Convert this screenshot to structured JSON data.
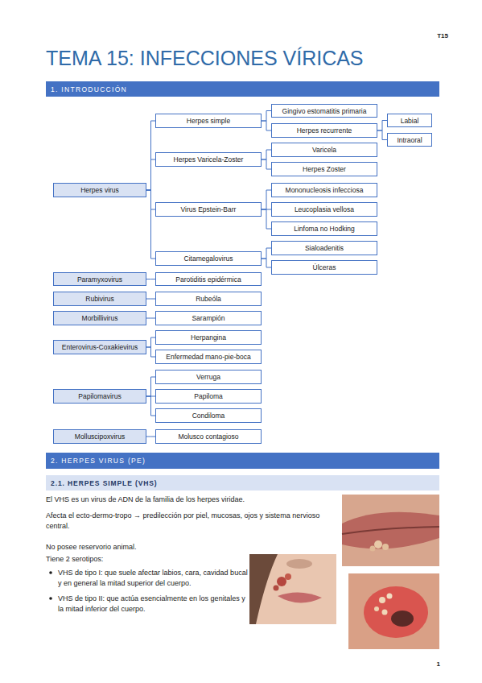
{
  "diagram": {
    "title": "TEMA 15: INFECCIONES VÍRICAS",
    "nodes": [
      {
        "text": [
          "1. INTRODUCCIÓN"
        ]
      },
      {
        "text": [
          "Herpes virus"
        ]
      },
      {
        "text": [
          "Herpes simple"
        ]
      },
      {
        "text": [
          "Gingivo estomatitis primaria"
        ]
      },
      {
        "text": [
          "Herpes recurrente"
        ]
      },
      {
        "text": [
          "Labial"
        ]
      },
      {
        "text": [
          "Intraoral"
        ]
      },
      {
        "text": [
          "Herpes Varicela-Zoster"
        ]
      },
      {
        "text": [
          "Varicela"
        ]
      },
      {
        "text": [
          "Herpes Zoster"
        ]
      },
      {
        "text": [
          "Virus Epstein-Barr"
        ]
      },
      {
        "text": [
          "Mononucleosis infecciosa"
        ]
      },
      {
        "text": [
          "Leucoplasia vellosa"
        ]
      },
      {
        "text": [
          "Linfoma no Hodking"
        ]
      },
      {
        "text": [
          "Citamegalovirus"
        ]
      },
      {
        "text": [
          "Sialoadenitis"
        ]
      },
      {
        "text": [
          "Úlceras"
        ]
      },
      {
        "text": [
          "Paramyxovirus"
        ]
      },
      {
        "text": [
          "Parotiditis epidérmica"
        ]
      },
      {
        "text": [
          "Rubivirus"
        ]
      },
      {
        "text": [
          "Rubeóla"
        ]
      },
      {
        "text": [
          "Morbillivirus"
        ]
      },
      {
        "text": [
          "Sarampión"
        ]
      },
      {
        "text": [
          "Enterovirus-Coxakievirus"
        ]
      },
      {
        "text": [
          "Herpangina"
        ]
      },
      {
        "text": [
          "Enfermedad mano-pie-boca"
        ]
      },
      {
        "text": [
          "Papilomavirus"
        ]
      },
      {
        "text": [
          "Verruga"
        ]
      },
      {
        "text": [
          "Papiloma"
        ]
      },
      {
        "text": [
          "Condiloma"
        ]
      },
      {
        "text": [
          "Molluscipoxvirus"
        ]
      },
      {
        "text": [
          "Molusco contagioso"
        ]
      },
      {
        "text": [
          "2. HERPES VIRUS (PE)"
        ]
      },
      {
        "text": [
          "2.1. HERPES SIMPLE (VHS)"
        ]
      }
    ],
    "edges": [
      {
        "from": 1,
        "to": 2,
        "arrow": "none"
      },
      {
        "from": 1,
        "to": 7,
        "arrow": "none"
      },
      {
        "from": 1,
        "to": 10,
        "arrow": "none"
      },
      {
        "from": 1,
        "to": 14,
        "arrow": "none"
      },
      {
        "from": 2,
        "to": 3,
        "arrow": "none"
      },
      {
        "from": 2,
        "to": 4,
        "arrow": "none"
      },
      {
        "from": 4,
        "to": 5,
        "arrow": "none"
      },
      {
        "from": 4,
        "to": 6,
        "arrow": "none"
      },
      {
        "from": 7,
        "to": 8,
        "arrow": "none"
      },
      {
        "from": 7,
        "to": 9,
        "arrow": "none"
      },
      {
        "from": 10,
        "to": 11,
        "arrow": "none"
      },
      {
        "from": 10,
        "to": 12,
        "arrow": "none"
      },
      {
        "from": 10,
        "to": 13,
        "arrow": "none"
      },
      {
        "from": 14,
        "to": 15,
        "arrow": "none"
      },
      {
        "from": 14,
        "to": 16,
        "arrow": "none"
      },
      {
        "from": 17,
        "to": 18,
        "arrow": "none"
      },
      {
        "from": 19,
        "to": 20,
        "arrow": "none"
      },
      {
        "from": 21,
        "to": 22,
        "arrow": "none"
      },
      {
        "from": 23,
        "to": 24,
        "arrow": "none"
      },
      {
        "from": 23,
        "to": 25,
        "arrow": "none"
      },
      {
        "from": 26,
        "to": 27,
        "arrow": "none"
      },
      {
        "from": 26,
        "to": 28,
        "arrow": "none"
      },
      {
        "from": 26,
        "to": 29,
        "arrow": "none"
      },
      {
        "from": 30,
        "to": 31,
        "arrow": "none"
      }
    ],
    "labels": [
      "T15",
      "El VHS es un virus de ADN de la familia de los herpes viridae.",
      "Afecta el ecto-dermo-tropo → predilección por piel, mucosas, ojos y sistema nervioso central.",
      "No posee reservorio animal.",
      "Tiene 2 serotipos:",
      "VHS de tipo I: que suele afectar labios, cara, cavidad bucal y en general la mitad superior del cuerpo.",
      "VHS de tipo II: que actúa esencialmente en los genitales y la mitad inferior del cuerpo.",
      "1"
    ]
  }
}
